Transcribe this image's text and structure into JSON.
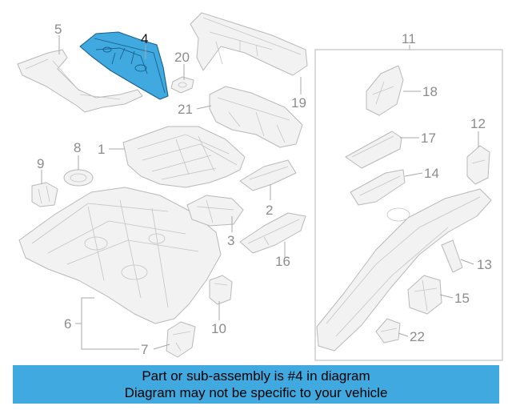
{
  "callouts": {
    "c1": "1",
    "c2": "2",
    "c3": "3",
    "c4": "4",
    "c5": "5",
    "c6": "6",
    "c7": "7",
    "c8": "8",
    "c9": "9",
    "c10": "10",
    "c11": "11",
    "c12": "12",
    "c13": "13",
    "c14": "14",
    "c15": "15",
    "c16": "16",
    "c17": "17",
    "c18": "18",
    "c19": "19",
    "c20": "20",
    "c21": "21",
    "c22": "22"
  },
  "highlighted_part": "4",
  "colors": {
    "highlight": "#3fa9e0",
    "banner": "#3fa9e0"
  },
  "banner": {
    "line1": "Part or sub-assembly is #4 in diagram",
    "line2": "Diagram may not be specific to your vehicle"
  }
}
